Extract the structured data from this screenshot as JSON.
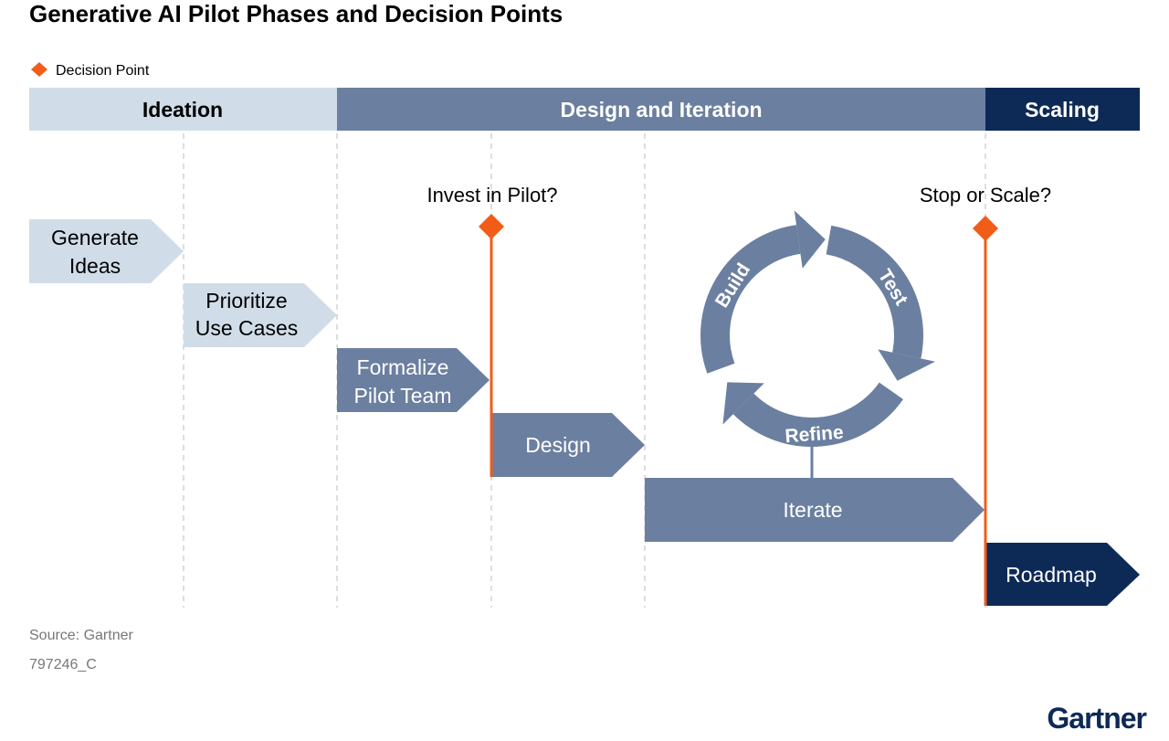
{
  "title": "Generative AI Pilot Phases and Decision Points",
  "legend": {
    "label": "Decision Point",
    "icon": "orange-diamond"
  },
  "phases": [
    {
      "label": "Ideation"
    },
    {
      "label": "Design and Iteration"
    },
    {
      "label": "Scaling"
    }
  ],
  "steps": [
    {
      "line1": "Generate",
      "line2": "Ideas"
    },
    {
      "line1": "Prioritize",
      "line2": "Use Cases"
    },
    {
      "line1": "Formalize",
      "line2": "Pilot Team"
    },
    {
      "line1": "Design"
    },
    {
      "line1": "Iterate"
    },
    {
      "line1": "Roadmap"
    }
  ],
  "decisions": [
    {
      "label": "Invest in Pilot?"
    },
    {
      "label": "Stop or Scale?"
    }
  ],
  "cycle": {
    "build": "Build",
    "test": "Test",
    "refine": "Refine"
  },
  "footer": {
    "source": "Source: Gartner",
    "id": "797246_C",
    "logo": "Gartner"
  },
  "colors": {
    "ideation": "#d0dde8",
    "design": "#6b7fa0",
    "scaling": "#0d2a57",
    "decision": "#f25c19"
  }
}
